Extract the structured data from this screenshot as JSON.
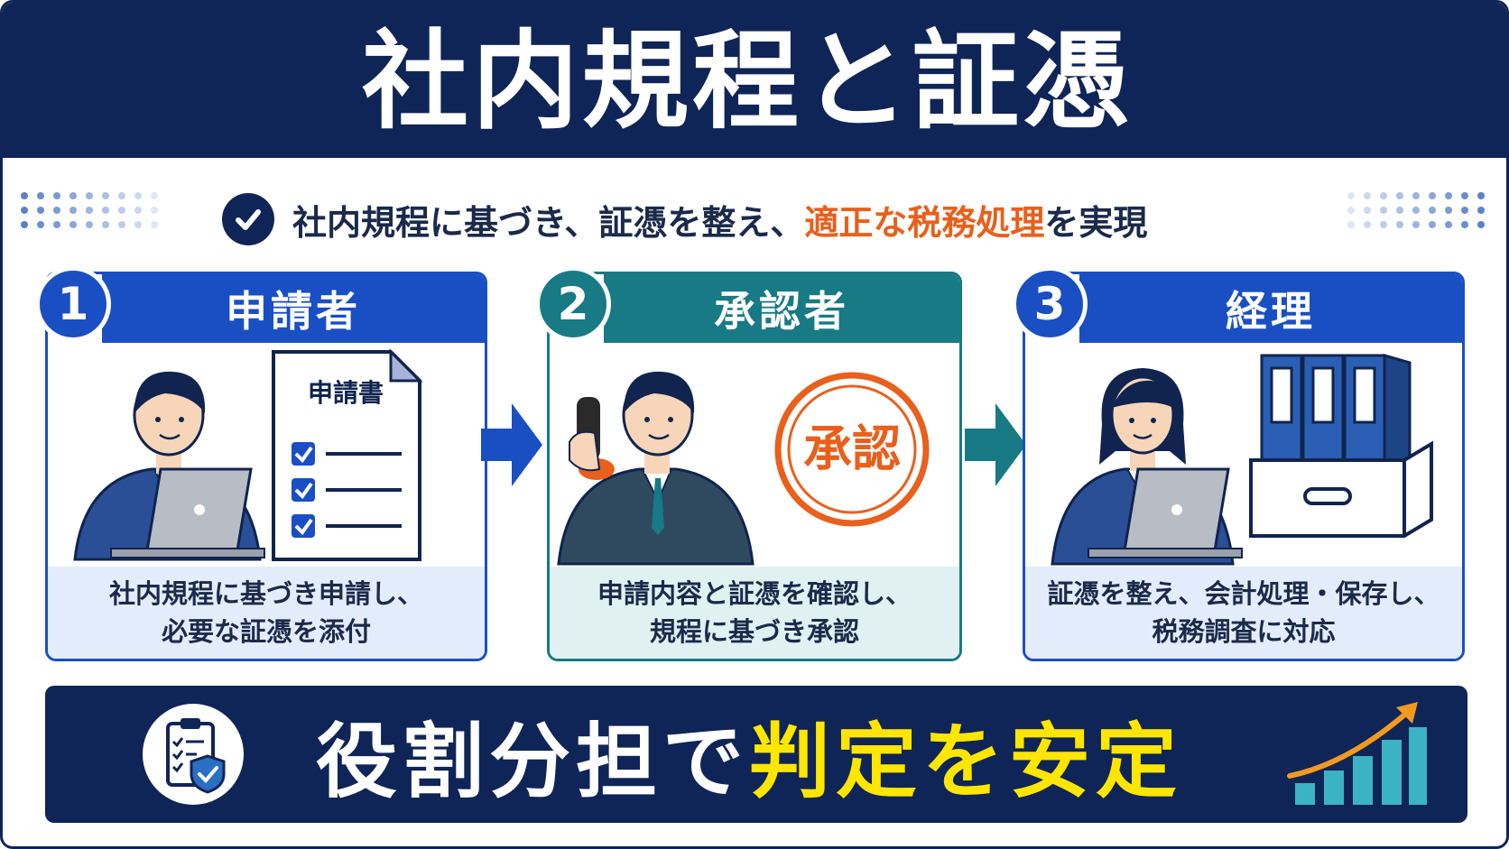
{
  "title": "社内規程と証憑",
  "subtitle": {
    "prefix": "社内規程に基づき、証憑を整え、",
    "highlight": "適正な税務処理",
    "suffix": "を実現"
  },
  "steps": [
    {
      "number": "1",
      "title": "申請者",
      "desc_line1": "社内規程に基づき申請し、",
      "desc_line2": "必要な証憑を添付",
      "doc_title": "申請書",
      "color": "#1a4fc4",
      "light": "#e3ecfb"
    },
    {
      "number": "2",
      "title": "承認者",
      "desc_line1": "申請内容と証憑を確認し、",
      "desc_line2": "規程に基づき承認",
      "stamp_text": "承認",
      "color": "#177a85",
      "light": "#e1f1f2"
    },
    {
      "number": "3",
      "title": "経理",
      "desc_line1": "証憑を整え、会計処理・保存し、",
      "desc_line2": "税務調査に対応",
      "color": "#1a4fc4",
      "light": "#e3ecfb"
    }
  ],
  "banner": {
    "prefix": "役割分担で",
    "highlight": "判定を安定"
  },
  "colors": {
    "navy": "#0f2557",
    "accent_orange": "#e8601c",
    "accent_yellow": "#ffe600",
    "teal": "#177a85",
    "blue": "#1a4fc4"
  },
  "icons": [
    "check-circle-icon",
    "laptop-icon",
    "checklist-document-icon",
    "rubber-stamp-icon",
    "approval-seal-icon",
    "binder-icon",
    "storage-box-icon",
    "clipboard-shield-icon",
    "growth-chart-icon",
    "right-arrow-icon"
  ]
}
